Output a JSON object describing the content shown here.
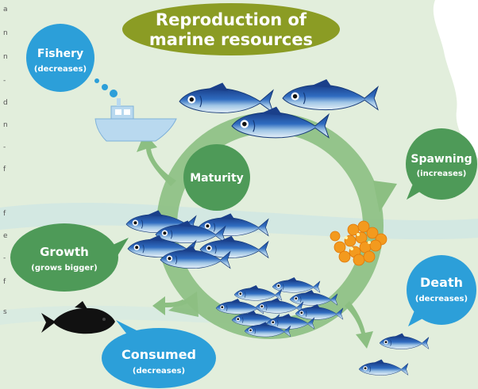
{
  "title": {
    "line1": "Reproduction of",
    "line2": "marine resources"
  },
  "labels": {
    "fishery": {
      "main": "Fishery",
      "sub": "(decreases)"
    },
    "spawning": {
      "main": "Spawning",
      "sub": "(increases)"
    },
    "death": {
      "main": "Death",
      "sub": "(decreases)"
    },
    "growth": {
      "main": "Growth",
      "sub": "(grows bigger)"
    },
    "consumed": {
      "main": "Consumed",
      "sub": "(decreases)"
    },
    "maturity": {
      "main": "Maturity"
    }
  },
  "side_text": [
    "a",
    "n",
    "n",
    "-",
    "d",
    "n",
    "-",
    "f",
    "f",
    "e",
    "-",
    "f",
    "s"
  ],
  "colors": {
    "background": "#e2eedc",
    "title_fill": "#8b9c24",
    "blue_bubble": "#2c9fd9",
    "green_bubble": "#4e9a58",
    "cycle_arrow": "#8cbf82",
    "fish_dark": "#1e4590",
    "fish_light": "#cfe3f0",
    "eggs": "#f39a1e"
  },
  "icons": [
    "fishing-boat-icon",
    "fish-icon",
    "egg-cluster-icon",
    "consumed-fish-icon"
  ]
}
